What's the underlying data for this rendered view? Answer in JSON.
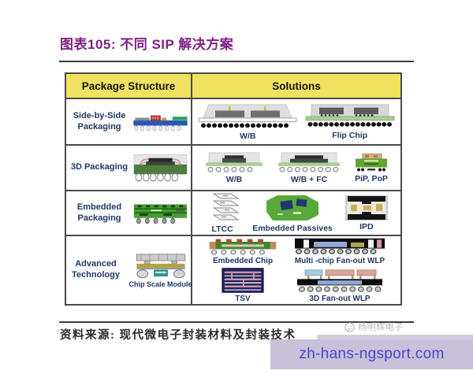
{
  "page": {
    "title": "图表105: 不同 SIP 解决方案",
    "source_label": "资料来源: 现代微电子封装材料及封装技术",
    "watermark_brand": "杨明辉电子",
    "watermark_url": "zh-hans-ngsport.com"
  },
  "table": {
    "header": {
      "structure": "Package Structure",
      "solutions": "Solutions"
    },
    "rows": [
      {
        "structure": "Side-by-Side Packaging",
        "solutions": [
          "W/B",
          "Flip Chip"
        ]
      },
      {
        "structure": "3D Packaging",
        "solutions": [
          "W/B",
          "W/B + FC",
          "PiP, PoP"
        ]
      },
      {
        "structure": "Embedded Packaging",
        "solutions": [
          "LTCC",
          "Embedded Passives",
          "IPD"
        ]
      },
      {
        "structure": "Advanced Technology",
        "structure_caption": "Chip Scale Module",
        "solutions": [
          "Embedded Chip",
          "Multi -chip Fan-out WLP",
          "TSV",
          "3D Fan-out WLP"
        ]
      }
    ]
  },
  "colors": {
    "title_text": "#7E2184",
    "header_bg": "#F1E25F",
    "label_navy": "#203864",
    "table_border": "#4A4A4A",
    "watermark_text": "#B9B9B9",
    "watermark_box_bg": "#C9C1D9",
    "watermark_url_text": "#4545CF"
  }
}
